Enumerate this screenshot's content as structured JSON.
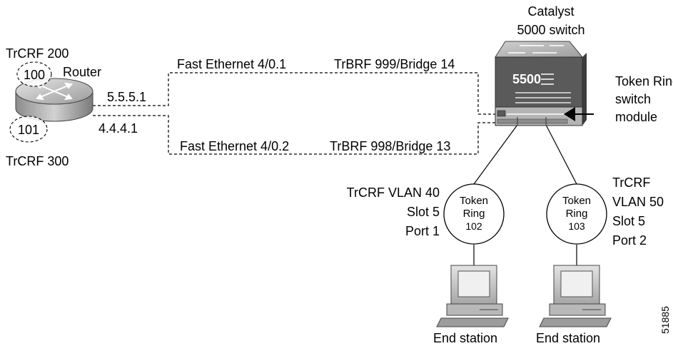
{
  "router": {
    "label": "Router",
    "trcrf_top": "TrCRF 200",
    "trcrf_bottom": "TrCRF 300",
    "ring_top": "100",
    "ring_bottom": "101",
    "ip_top": "5.5.5.1",
    "ip_bottom": "4.4.4.1"
  },
  "links": {
    "top_interface": "Fast Ethernet 4/0.1",
    "top_bridge": "TrBRF 999/Bridge 14",
    "bottom_interface": "Fast Ethernet 4/0.2",
    "bottom_bridge": "TrBRF 998/Bridge 13"
  },
  "switch": {
    "title_line1": "Catalyst",
    "title_line2": "5000 switch",
    "model": "5500",
    "module_line1": "Token Ring",
    "module_line2": "switch",
    "module_line3": "module"
  },
  "rings": [
    {
      "line1": "Token",
      "line2": "Ring",
      "line3": "102",
      "info": [
        "TrCRF VLAN 40",
        "Slot 5",
        "Port 1"
      ]
    },
    {
      "line1": "Token",
      "line2": "Ring",
      "line3": "103",
      "info": [
        "TrCRF",
        "VLAN 50",
        "Slot 5",
        "Port 2"
      ]
    }
  ],
  "stations": [
    {
      "label": "End station"
    },
    {
      "label": "End station"
    }
  ],
  "figure_id": "51885",
  "colors": {
    "line": "#000000",
    "switch_dark": "#5a5a5a",
    "switch_light": "#b4b4b4",
    "router_body": "#c8c8c8"
  }
}
